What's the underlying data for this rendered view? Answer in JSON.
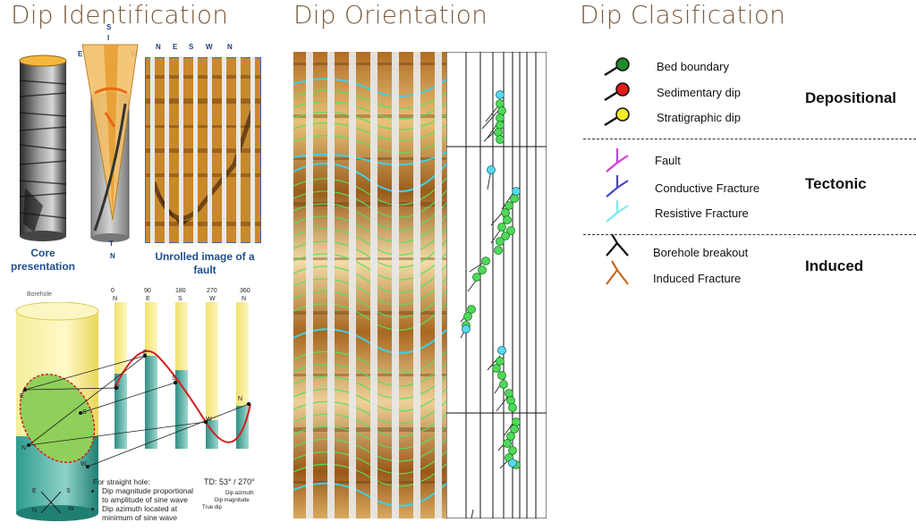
{
  "sections": {
    "identification_title": "Dip Identification",
    "orientation_title": "Dip Orientation",
    "classification_title": "Dip Clasification"
  },
  "identification": {
    "core_caption": "Core presentation",
    "unrolled_caption": "Unrolled image of a fault",
    "compass_top": [
      "S",
      "I"
    ],
    "compass_east": "E",
    "compass_west": "W",
    "compass_bottom": [
      "T",
      "N"
    ],
    "strip_headers": [
      "N",
      "E",
      "S",
      "W",
      "N"
    ],
    "borehole_label": "Borehole",
    "degree_ticks": [
      "0",
      "90",
      "180",
      "270",
      "360"
    ],
    "direction_ticks": [
      "N",
      "E",
      "S",
      "W",
      "N"
    ],
    "curve_points": [
      "N",
      "E",
      "S",
      "W",
      "N"
    ],
    "ellipse_points": [
      "E",
      "S",
      "N",
      "W"
    ],
    "rose": [
      "E",
      "S",
      "N",
      "W"
    ],
    "note_title": "For straight hole:",
    "note_items": [
      "Dip magnitude proportional to amplitude of sine wave",
      "Dip azimuth located at minimum of sine wave"
    ],
    "td_label": "TD: 53° / 270°",
    "td_sub": [
      "Dip azimuth",
      "Dip magnitude",
      "True dip"
    ]
  },
  "classification": {
    "depositional": {
      "label": "Depositional",
      "items": [
        {
          "name": "Bed boundary",
          "color": "#1e8a2c"
        },
        {
          "name": "Sedimentary dip",
          "color": "#e31b1b"
        },
        {
          "name": "Stratigraphic dip",
          "color": "#f2ea25"
        }
      ]
    },
    "tectonic": {
      "label": "Tectonic",
      "items": [
        {
          "name": "Fault",
          "color": "#d13fd6"
        },
        {
          "name": "Conductive Fracture",
          "color": "#4a46c9"
        },
        {
          "name": "Resistive Fracture",
          "color": "#7fe8f0"
        }
      ]
    },
    "induced": {
      "label": "Induced",
      "items": [
        {
          "name": "Borehole breakout",
          "color": "#111111"
        },
        {
          "name": "Induced Fracture",
          "color": "#c8671d"
        }
      ]
    }
  }
}
